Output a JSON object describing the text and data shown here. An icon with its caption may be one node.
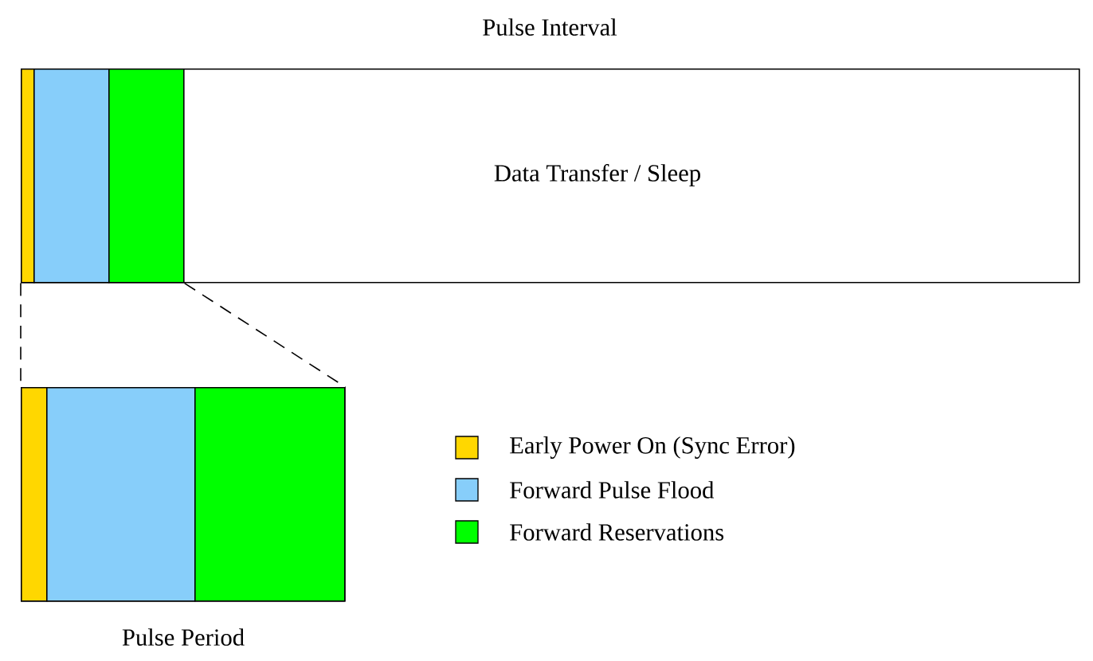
{
  "diagram": {
    "nodes": [
      {
        "text": [
          "Data Transfer / Sleep"
        ],
        "beside": [
          "Pulse Interval"
        ]
      },
      {
        "text": [],
        "shape": "bar",
        "in": 0
      },
      {
        "text": [],
        "shape": "bar",
        "in": 0
      },
      {
        "text": [],
        "shape": "bar",
        "in": 0
      },
      {
        "text": [],
        "shape": "bar",
        "beside": [
          "Pulse Period"
        ]
      },
      {
        "text": [],
        "shape": "bar",
        "in": 4
      },
      {
        "text": [],
        "shape": "bar",
        "in": 4
      },
      {
        "text": [],
        "shape": "bar",
        "in": 4
      }
    ],
    "edges": [
      {
        "from": 1,
        "to": 5,
        "arrow": "none",
        "style": "dashed"
      },
      {
        "from": 3,
        "to": 7,
        "arrow": "none",
        "style": "dashed"
      }
    ],
    "legend": [
      {
        "text": "Early Power On (Sync Error)",
        "color": "#ffd700"
      },
      {
        "text": "Forward Pulse Flood",
        "color": "#87cefa"
      },
      {
        "text": "Forward Reservations",
        "color": "#00ff00"
      }
    ]
  }
}
